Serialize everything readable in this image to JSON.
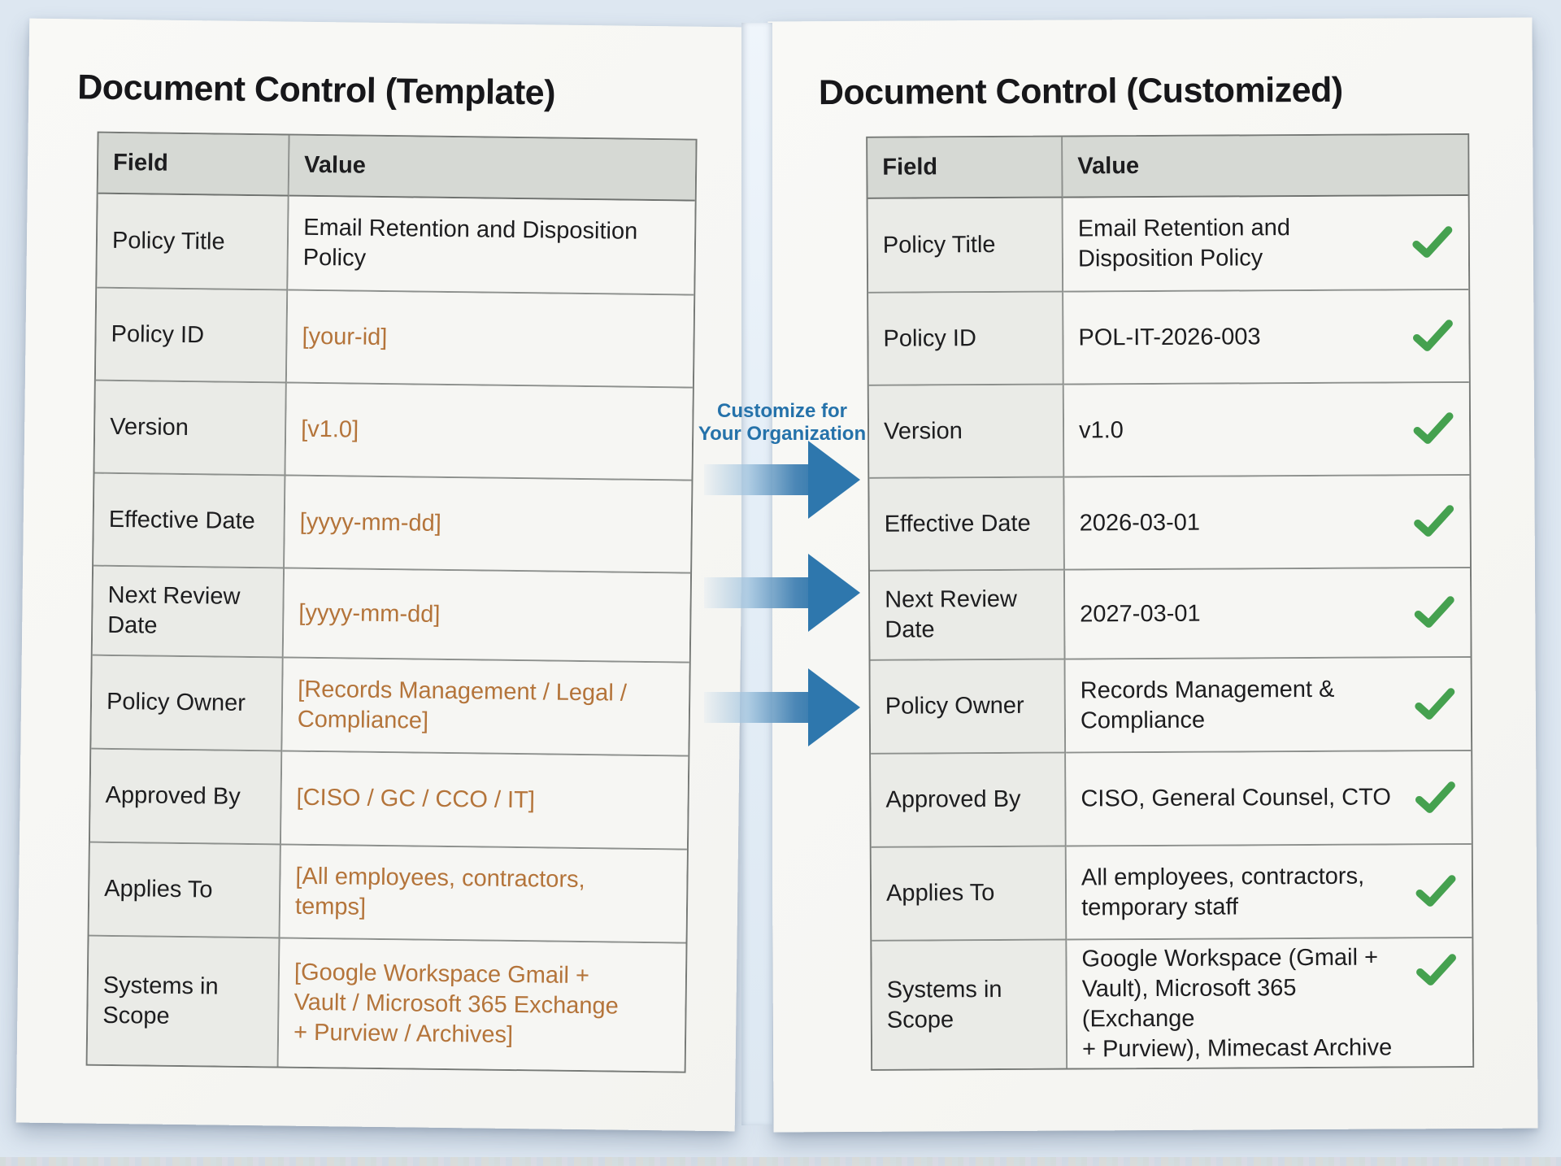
{
  "left_panel": {
    "title": "Document Control (Template)",
    "columns": [
      "Field",
      "Value"
    ],
    "rows": [
      {
        "field": "Policy Title",
        "value": "Email Retention and Disposition\nPolicy",
        "placeholder": false
      },
      {
        "field": "Policy ID",
        "value": "[your-id]",
        "placeholder": true
      },
      {
        "field": "Version",
        "value": "[v1.0]",
        "placeholder": true
      },
      {
        "field": "Effective Date",
        "value": "[yyyy-mm-dd]",
        "placeholder": true
      },
      {
        "field": "Next Review Date",
        "value": "[yyyy-mm-dd]",
        "placeholder": true
      },
      {
        "field": "Policy Owner",
        "value": "[Records Management / Legal /\nCompliance]",
        "placeholder": true
      },
      {
        "field": "Approved By",
        "value": "[CISO / GC / CCO / IT]",
        "placeholder": true
      },
      {
        "field": "Applies To",
        "value": "[All employees, contractors,\ntemps]",
        "placeholder": true
      },
      {
        "field": "Systems in Scope",
        "value": "[Google Workspace Gmail +\nVault / Microsoft 365 Exchange\n+ Purview / Archives]",
        "placeholder": true
      }
    ]
  },
  "right_panel": {
    "title": "Document Control (Customized)",
    "columns": [
      "Field",
      "Value"
    ],
    "rows": [
      {
        "field": "Policy Title",
        "value": "Email Retention and\nDisposition Policy",
        "checked": true
      },
      {
        "field": "Policy ID",
        "value": "POL-IT-2026-003",
        "checked": true
      },
      {
        "field": "Version",
        "value": "v1.0",
        "checked": true
      },
      {
        "field": "Effective Date",
        "value": "2026-03-01",
        "checked": true
      },
      {
        "field": "Next Review Date",
        "value": "2027-03-01",
        "checked": true
      },
      {
        "field": "Policy Owner",
        "value": "Records Management &\nCompliance",
        "checked": true
      },
      {
        "field": "Approved By",
        "value": "CISO, General Counsel, CTO",
        "checked": true
      },
      {
        "field": "Applies To",
        "value": "All employees, contractors,\ntemporary staff",
        "checked": true
      },
      {
        "field": "Systems in Scope",
        "value": "Google Workspace (Gmail +\nVault), Microsoft 365 (Exchange\n+ Purview), Mimecast Archive",
        "checked": true
      }
    ]
  },
  "connector": {
    "label_line1": "Customize for",
    "label_line2": "Your Organization"
  },
  "colors": {
    "background": "#dde7f1",
    "placeholder_text": "#b4743a",
    "arrow_blue": "#2e77ad",
    "caption_blue": "#2572aa",
    "check_green": "#45a14f",
    "table_header_bg": "#d6d9d4"
  }
}
